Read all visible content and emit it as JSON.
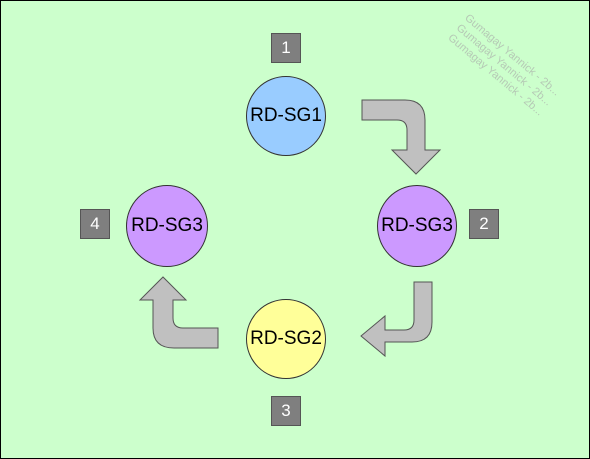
{
  "nodes": [
    {
      "label": "RD-SG1",
      "fill": "#99ccff"
    },
    {
      "label": "RD-SG3",
      "fill": "#cc99ff"
    },
    {
      "label": "RD-SG2",
      "fill": "#ffff99"
    },
    {
      "label": "RD-SG3",
      "fill": "#cc99ff"
    }
  ],
  "badges": [
    "1",
    "2",
    "3",
    "4"
  ],
  "colors": {
    "background": "#ccffcc",
    "arrow": "#c0c0c0",
    "badge": "#7f7f7f"
  },
  "watermark": "Gumagay Yannick - 2b..."
}
